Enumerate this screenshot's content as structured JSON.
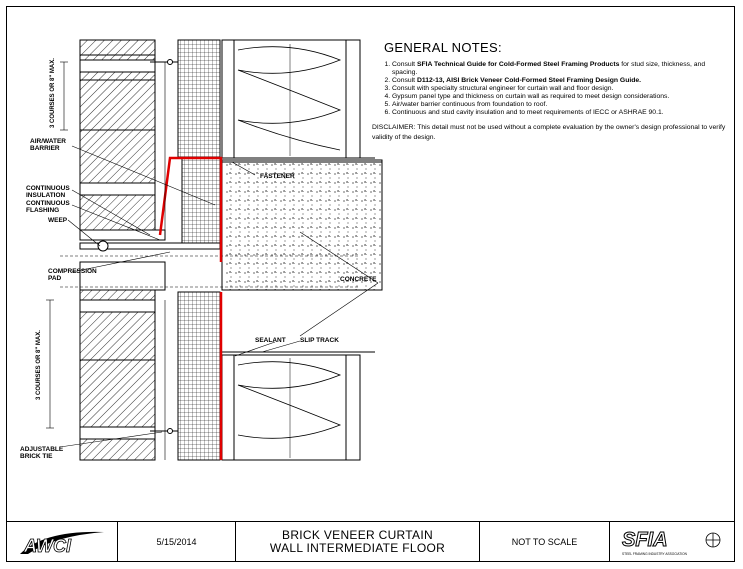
{
  "notes": {
    "title": "GENERAL NOTES:",
    "items": [
      {
        "pre": "Consult ",
        "bold": "SFIA Technical Guide for Cold-Formed Steel Framing Products",
        "post": " for stud size, thickness, and spacing."
      },
      {
        "pre": "Consult ",
        "bold": "D112-13, AISI Brick Veneer Cold-Formed Steel Framing Design Guide.",
        "post": ""
      },
      {
        "pre": "Consult with specialty structural engineer for curtain wall and floor design.",
        "bold": "",
        "post": ""
      },
      {
        "pre": "Gypsum panel type and thickness on curtain wall as required to meet design considerations.",
        "bold": "",
        "post": ""
      },
      {
        "pre": "Air/water barrier continuous from foundation to roof.",
        "bold": "",
        "post": ""
      },
      {
        "pre": "Continuous and stud cavity insulation and to meet requirements of IECC or ASHRAE 90.1.",
        "bold": "",
        "post": ""
      }
    ],
    "disclaimer": "DISCLAIMER: This detail must not be used without a complete evaluation by the owner's design professional to verify validity of the design."
  },
  "labels": {
    "air_water_barrier": "AIR/WATER BARRIER",
    "continuous_insulation": "CONTINUOUS INSULATION",
    "continuous_flashing": "CONTINUOUS FLASHING",
    "weep": "WEEP",
    "compression_pad": "COMPRESSION PAD",
    "adjustable_brick_tie": "ADJUSTABLE BRICK TIE",
    "courses_upper": "3 COURSES OR 8\" MAX.",
    "courses_lower": "3 COURSES OR 8\" MAX.",
    "fastener": "FASTENER",
    "concrete": "CONCRETE",
    "sealant": "SEALANT",
    "slip_track": "SLIP TRACK"
  },
  "title_block": {
    "logo_left": "AWCI",
    "date": "5/15/2014",
    "title_line1": "BRICK VENEER CURTAIN",
    "title_line2": "WALL INTERMEDIATE FLOOR",
    "scale": "NOT TO SCALE",
    "logo_right": "SFIA",
    "logo_right_sub": "STEEL FRAMING INDUSTRY ASSOCIATION"
  },
  "colors": {
    "highlight": "#e00000",
    "line": "#000000"
  }
}
